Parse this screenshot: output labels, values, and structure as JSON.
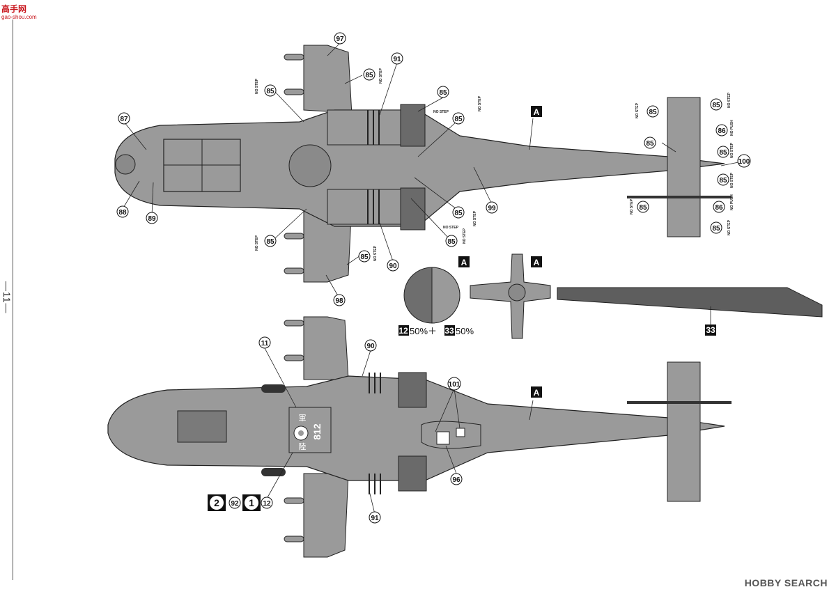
{
  "watermark": {
    "title": "高手网",
    "sub": "gao-shou.com"
  },
  "page_number": "—11—",
  "credit": "HOBBY SEARCH",
  "colors": {
    "camo_gray": "#9a9a9a",
    "dark_gray": "#5e5e5e",
    "line": "#222222"
  },
  "top_view": {
    "callouts": [
      "97",
      "91",
      "85",
      "85",
      "85",
      "85",
      "85",
      "85",
      "85",
      "87",
      "88",
      "89",
      "99",
      "98",
      "90",
      "85",
      "85",
      "85",
      "85",
      "85",
      "85",
      "86",
      "86",
      "85",
      "100",
      "85"
    ],
    "nostep": "NO STEP",
    "nopush": "NO PUSH",
    "area_label": "A"
  },
  "rotor_detail": {
    "area_label_circle": "A",
    "area_label_hub": "A",
    "mix_label_a": "12",
    "mix_text_a": "50%＋",
    "mix_label_b": "33",
    "mix_text_b": "50%",
    "blade_label": "33"
  },
  "bottom_view": {
    "callouts": [
      "11",
      "90",
      "101",
      "96",
      "91",
      "12"
    ],
    "area_label": "A",
    "big_num_2": "2",
    "small_92": "92",
    "big_num_1": "1",
    "roc_char_1": "陸",
    "roc_char_2": "軍",
    "serial": "812"
  }
}
